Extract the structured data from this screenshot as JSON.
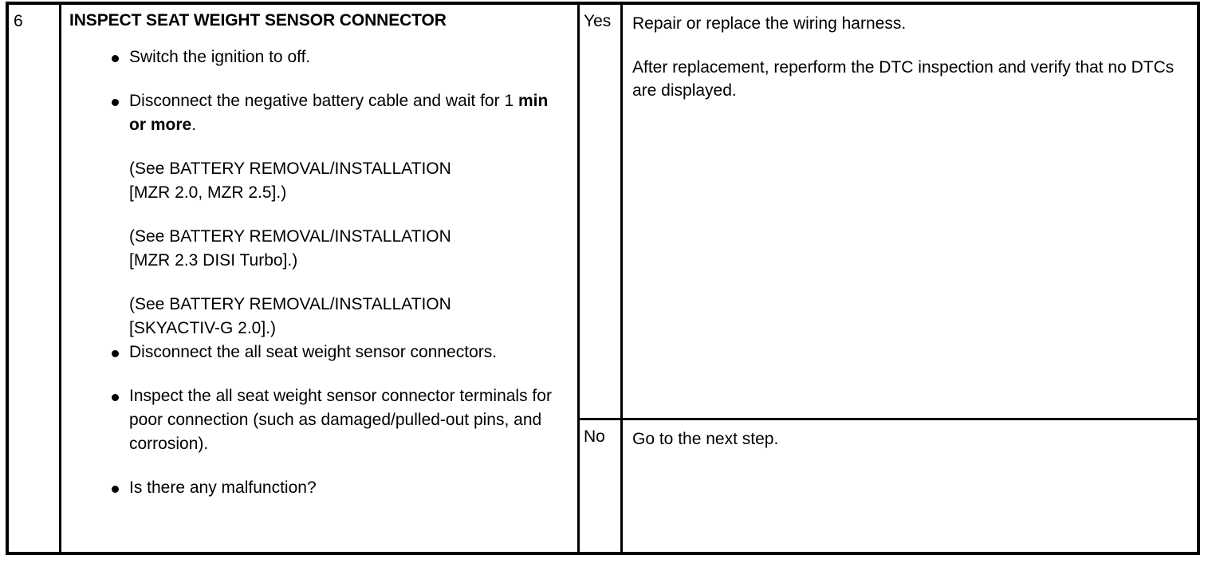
{
  "table": {
    "step_number": "6",
    "procedure": {
      "title": "INSPECT SEAT WEIGHT SENSOR CONNECTOR",
      "items": [
        {
          "type": "bullet",
          "text_before": "Switch the ignition to off.",
          "text_bold": "",
          "text_after": ""
        },
        {
          "type": "bullet",
          "text_before": "Disconnect the negative battery cable and wait for 1 ",
          "text_bold": "min or more",
          "text_after": "."
        },
        {
          "type": "note",
          "line1": "(See BATTERY REMOVAL/INSTALLATION",
          "line2": "[MZR 2.0, MZR 2.5].)"
        },
        {
          "type": "note",
          "line1": "(See BATTERY REMOVAL/INSTALLATION",
          "line2": "[MZR 2.3 DISI Turbo].)"
        },
        {
          "type": "note",
          "line1": "(See BATTERY REMOVAL/INSTALLATION",
          "line2": "[SKYACTIV-G 2.0].)"
        },
        {
          "type": "bullet",
          "text_before": "Disconnect the all seat weight sensor connectors.",
          "text_bold": "",
          "text_after": ""
        },
        {
          "type": "bullet",
          "text_before": "Inspect the all seat weight sensor connector terminals for poor connection (such as damaged/pulled-out pins, and corrosion).",
          "text_bold": "",
          "text_after": ""
        },
        {
          "type": "bullet",
          "text_before": "Is there any malfunction?",
          "text_bold": "",
          "text_after": ""
        }
      ]
    },
    "results": {
      "yes": {
        "label": "Yes",
        "paragraphs": [
          "Repair or replace the wiring harness.",
          "After replacement, reperform the DTC inspection and verify that no DTCs are displayed."
        ]
      },
      "no": {
        "label": "No",
        "paragraphs": [
          "Go to the next step."
        ]
      }
    }
  },
  "colors": {
    "rule": "#000000",
    "text": "#000000",
    "background": "#ffffff"
  }
}
